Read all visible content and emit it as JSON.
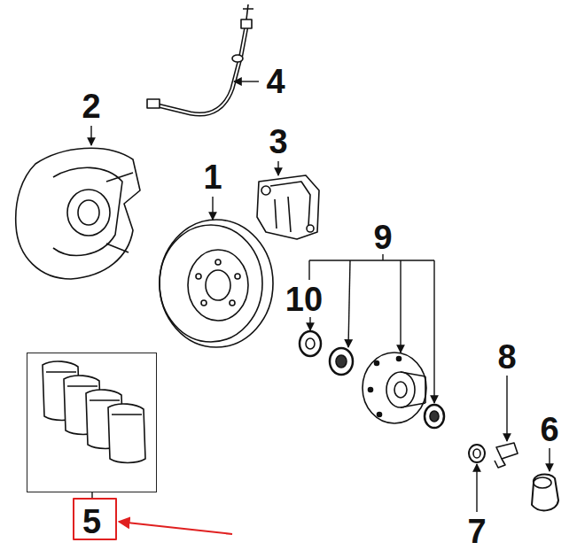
{
  "diagram": {
    "nodes": [
      {
        "text": [
          "5"
        ]
      }
    ],
    "labels": [
      "2",
      "4",
      "3",
      "1",
      "9",
      "10",
      "8",
      "6",
      "7"
    ]
  }
}
